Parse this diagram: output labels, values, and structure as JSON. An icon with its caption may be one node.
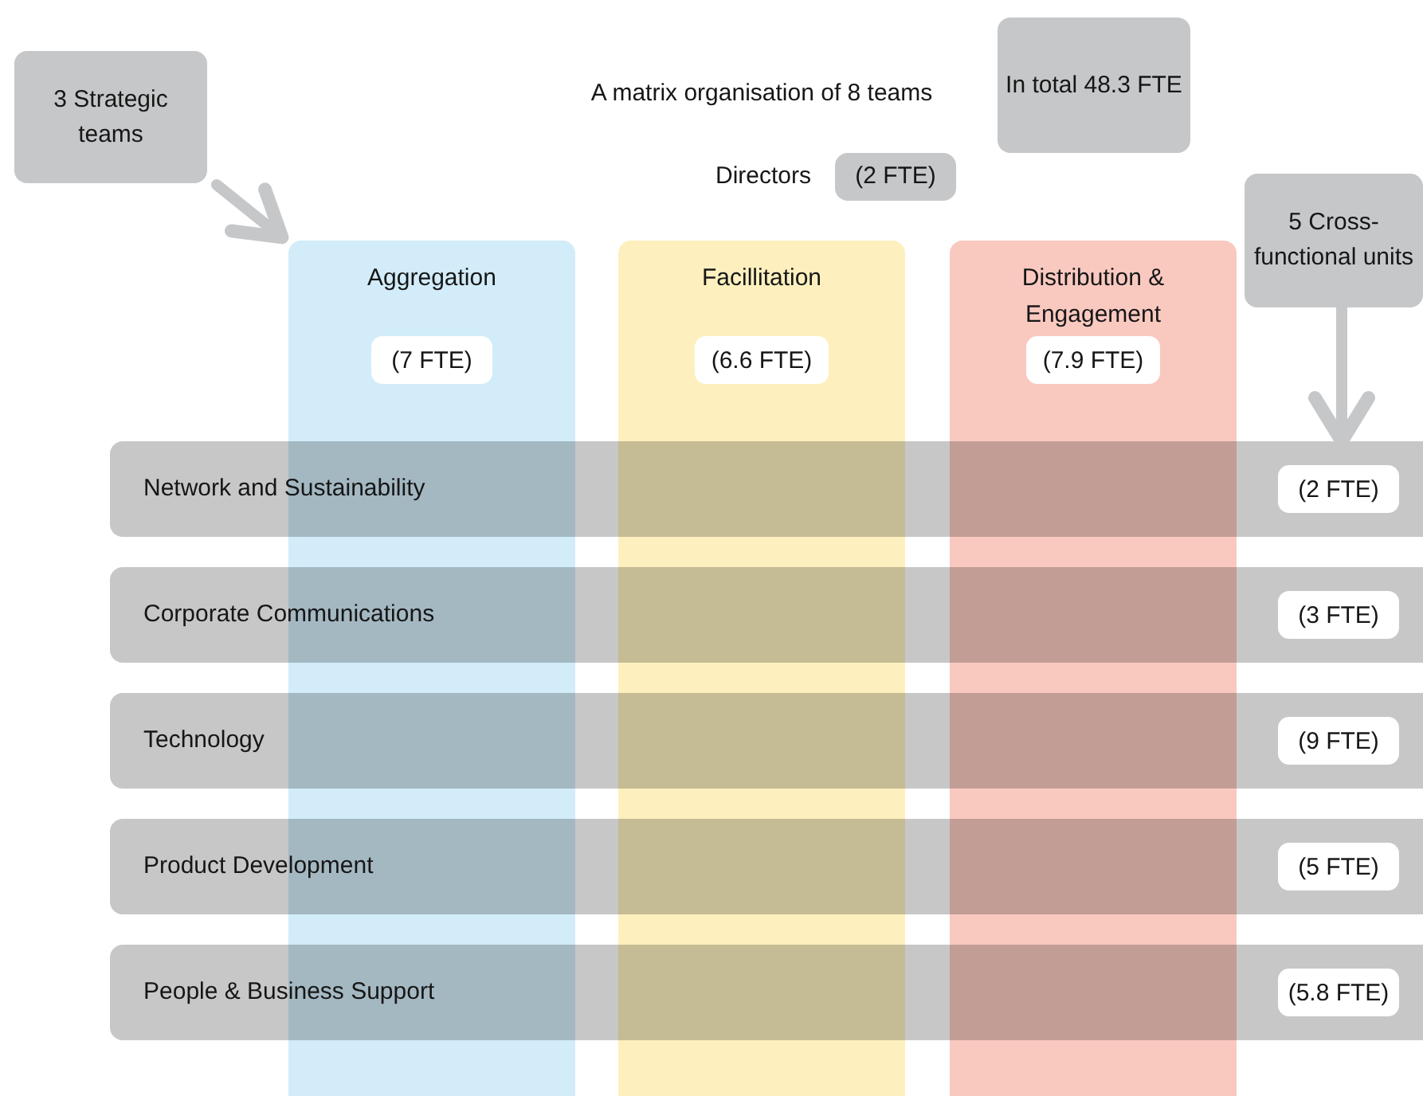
{
  "diagram": {
    "title": "A matrix organisation of 8 teams",
    "nodes": [
      {
        "text": [
          "3 Strategic teams"
        ]
      },
      {
        "text": [
          "In total 48.3 FTE"
        ]
      },
      {
        "text": [
          "(2 FTE)"
        ],
        "beside": [
          "Directors"
        ]
      },
      {
        "text": [
          "5 Cross-functional units"
        ]
      },
      {
        "text": [
          "Aggregation"
        ]
      },
      {
        "text": [
          "(7 FTE)"
        ],
        "in": 4
      },
      {
        "text": [
          "Facillitation"
        ]
      },
      {
        "text": [
          "(6.6 FTE)"
        ],
        "in": 6
      },
      {
        "text": [
          "Distribution & Engagement"
        ]
      },
      {
        "text": [
          "(7.9 FTE)"
        ],
        "in": 8
      },
      {
        "text": [
          "Network and Sustainability"
        ]
      },
      {
        "text": [
          "(2 FTE)"
        ],
        "in": 10
      },
      {
        "text": [
          "Corporate Communications"
        ]
      },
      {
        "text": [
          "(3 FTE)"
        ],
        "in": 12
      },
      {
        "text": [
          "Technology"
        ]
      },
      {
        "text": [
          "(9 FTE)"
        ],
        "in": 14
      },
      {
        "text": [
          "Product Development"
        ]
      },
      {
        "text": [
          "(5 FTE)"
        ],
        "in": 16
      },
      {
        "text": [
          "People & Business Support"
        ]
      },
      {
        "text": [
          "(5.8 FTE)"
        ],
        "in": 18
      }
    ],
    "edges": [
      {
        "from": 0,
        "to": 4,
        "arrow": "to"
      },
      {
        "from": 3,
        "to": 10,
        "arrow": "to"
      }
    ]
  }
}
